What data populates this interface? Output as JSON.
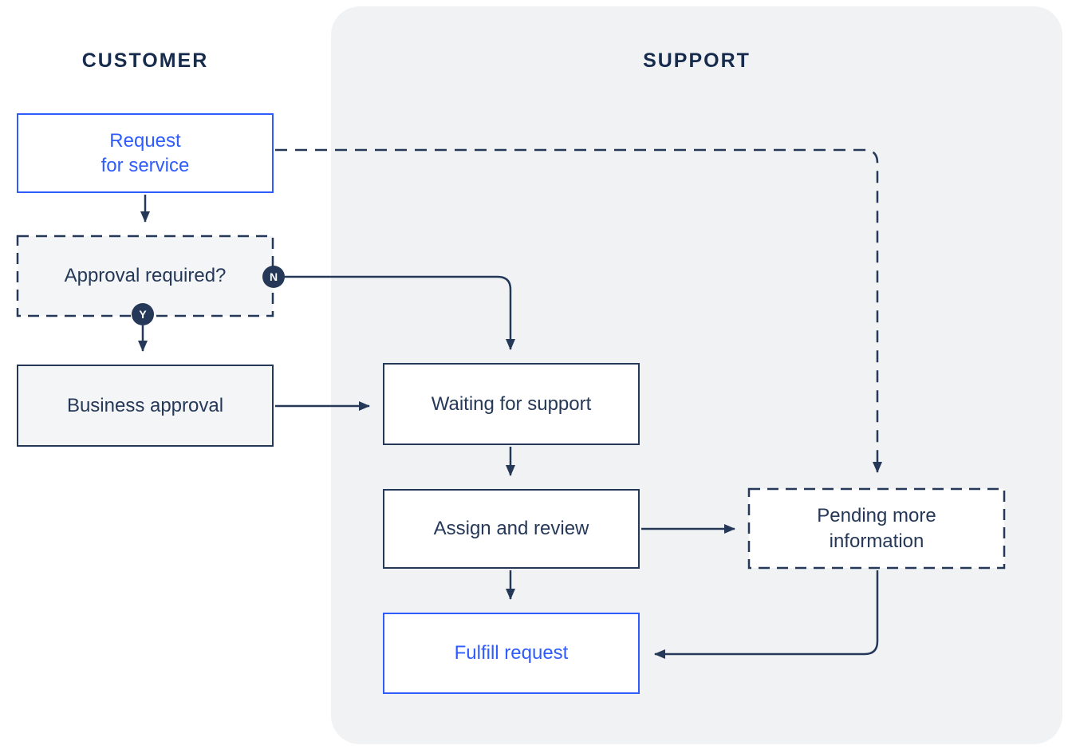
{
  "lanes": {
    "customer": {
      "label": "CUSTOMER"
    },
    "support": {
      "label": "SUPPORT"
    }
  },
  "nodes": {
    "request": {
      "label": "Request\nfor service",
      "style": "blue-outline"
    },
    "approval": {
      "label": "Approval required?",
      "style": "dashed-gray"
    },
    "business": {
      "label": "Business approval",
      "style": "solid-gray"
    },
    "waiting": {
      "label": "Waiting for support",
      "style": "solid-white"
    },
    "assign": {
      "label": "Assign and review",
      "style": "solid-white"
    },
    "pending": {
      "label": "Pending more\ninformation",
      "style": "dashed-white"
    },
    "fulfill": {
      "label": "Fulfill request",
      "style": "blue-outline"
    }
  },
  "badges": {
    "no": "N",
    "yes": "Y"
  },
  "edges": [
    {
      "from": "request",
      "to": "approval",
      "style": "solid"
    },
    {
      "from": "request",
      "to": "pending",
      "style": "dashed"
    },
    {
      "from": "approval",
      "to": "waiting",
      "style": "solid",
      "condition": "N"
    },
    {
      "from": "approval",
      "to": "business",
      "style": "solid",
      "condition": "Y"
    },
    {
      "from": "business",
      "to": "waiting",
      "style": "solid"
    },
    {
      "from": "waiting",
      "to": "assign",
      "style": "solid"
    },
    {
      "from": "assign",
      "to": "pending",
      "style": "solid"
    },
    {
      "from": "assign",
      "to": "fulfill",
      "style": "solid"
    },
    {
      "from": "pending",
      "to": "fulfill",
      "style": "solid"
    }
  ],
  "colors": {
    "navy": "#253858",
    "header_navy": "#172B4D",
    "blue": "#2E5CFF",
    "lane_bg": "#F1F2F4",
    "gray_fill": "#F4F5F7",
    "white": "#FFFFFF"
  }
}
